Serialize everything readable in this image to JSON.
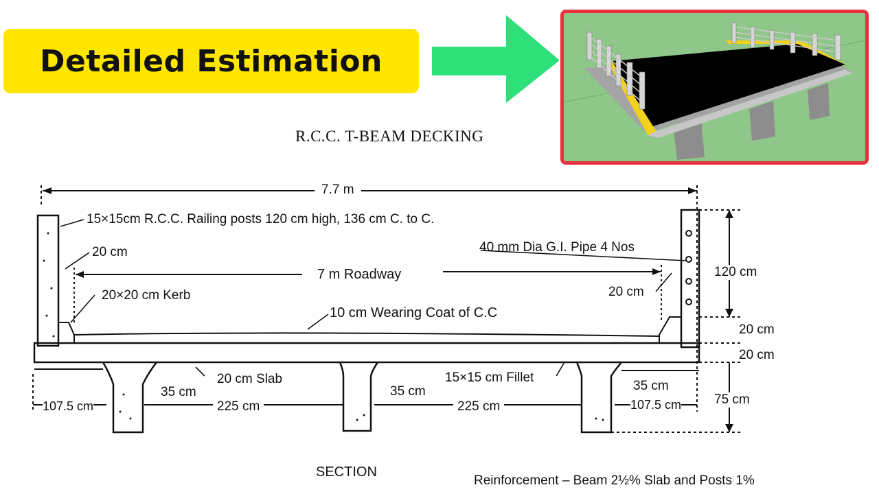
{
  "header": {
    "title": "Detailed Estimation"
  },
  "render_preview": {
    "description_icon": "bridge-3d-model",
    "colors": {
      "frame": "#e8303f",
      "background": "#8fc78a",
      "deck": "#000000",
      "kerb": "#f2d21b",
      "concrete": "#9a9a9a"
    }
  },
  "arrow": {
    "icon": "arrow-right-icon",
    "color": "#2ee07a"
  },
  "drawing": {
    "title": "R.C.C. T-BEAM DECKING",
    "overall_width": "7.7 m",
    "railing_posts": "15×15cm R.C.C. Railing posts 120 cm high, 136 cm C. to C.",
    "left_20cm": "20 cm",
    "roadway": "7 m Roadway",
    "kerb": "20×20 cm Kerb",
    "wearing_coat": "10 cm Wearing Coat of C.C",
    "gi_pipe": "40 mm Dia G.I. Pipe 4 Nos",
    "right_20cm": "20 cm",
    "height_120": "120 cm",
    "height_20a": "20 cm",
    "height_20b": "20 cm",
    "height_75": "75 cm",
    "slab": "20 cm Slab",
    "fillet": "15×15 cm Fillet",
    "overhang_left": "107.5 cm",
    "beam_left": "35 cm",
    "span_left": "225 cm",
    "beam_mid": "35 cm",
    "span_right": "225 cm",
    "beam_right": "35 cm",
    "overhang_right": "107.5 cm",
    "section": "SECTION",
    "reinforcement": "Reinforcement – Beam 2½% Slab and Posts 1%"
  }
}
